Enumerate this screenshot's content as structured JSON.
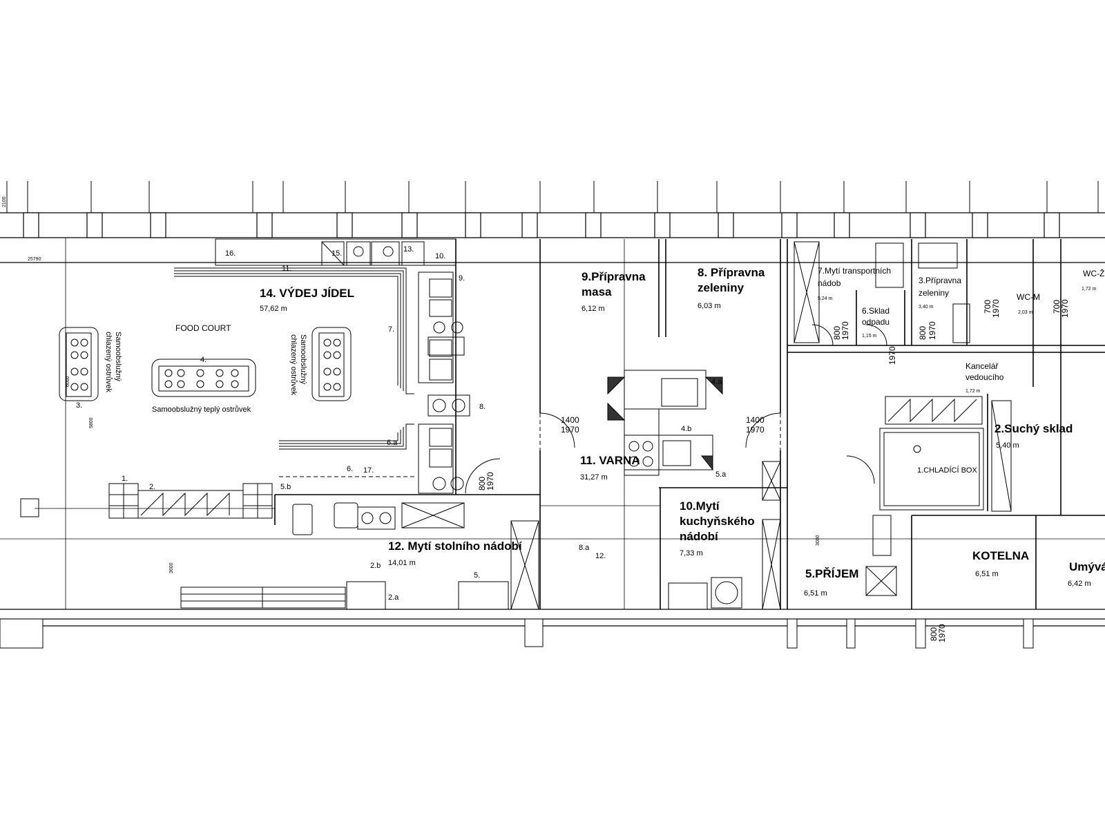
{
  "rooms": {
    "r14": {
      "name": "14. VÝDEJ JÍDEL",
      "area": "57,62 m"
    },
    "food_court": "FOOD COURT",
    "r9": {
      "name1": "9.Přípravna",
      "name2": "masa",
      "area": "6,12 m"
    },
    "r8": {
      "name1": "8. Přípravna",
      "name2": "zeleniny",
      "area": "6,03 m"
    },
    "r7": {
      "name1": "7.Mytí transportních",
      "name2": "nádob",
      "area": "5,24 m"
    },
    "r3": {
      "name1": "3.Přípravna",
      "name2": "zeleniny",
      "area": "3,40 m"
    },
    "r6": {
      "name1": "6.Sklad",
      "name2": "odpadu",
      "area": "1,15 m"
    },
    "wcm": {
      "name": "WC-M",
      "area": "2,03 m"
    },
    "wcz": {
      "name": "WC-Ž",
      "area": "1,72 m"
    },
    "office": {
      "name1": "Kancelář",
      "name2": "vedoucího",
      "area": "1,72 m"
    },
    "r2": {
      "name": "2.Suchý sklad",
      "area": "5,40 m"
    },
    "r1": {
      "name": "1.CHLADÍCÍ BOX"
    },
    "r11": {
      "name": "11. VARNA",
      "area": "31,27 m"
    },
    "r10": {
      "name1": "10.Mytí",
      "name2": "kuchyňského",
      "name3": "nádobí",
      "area": "7,33 m"
    },
    "r12": {
      "name": "12. Mytí stolního nádobí",
      "area": "14,01 m"
    },
    "r5": {
      "name": "5.PŘÍJEM",
      "area": "6,51 m"
    },
    "kotelna": {
      "name": "KOTELNA",
      "area": "6,51 m"
    },
    "umyv": {
      "name": "Umývá",
      "area": "6,42 m"
    }
  },
  "islands": {
    "chilled_left": {
      "line1": "Samoobslužný",
      "line2": "chlazený ostrůvek"
    },
    "chilled_right": {
      "line1": "Samoobslužný",
      "line2": "chlazený ostrůvek"
    },
    "warm": "Samoobslužný teplý ostrůvek"
  },
  "dimensions": {
    "d2100": "2100",
    "d25790": "25790",
    "d6000": "6000",
    "d5800": "5800",
    "d1400a": "1400",
    "d1970a": "1970",
    "d1400b": "1400",
    "d1970b": "1970",
    "d800a": "800",
    "d1970c": "1970",
    "d800b": "800",
    "d1970d": "1970",
    "d800c": "800",
    "d1970e": "1970",
    "d1970f": "1970",
    "d700a": "700",
    "d1970g": "1970",
    "d700b": "700",
    "d1970h": "1970",
    "d800d": "800",
    "d1970i": "1970",
    "d3000": "3000",
    "d3600": "3600"
  },
  "labels": [
    "1.",
    "2.",
    "3.",
    "4.",
    "5.",
    "6.",
    "7.",
    "8.",
    "9.",
    "10.",
    "11.",
    "12.",
    "13.",
    "15.",
    "16.",
    "17.",
    "2.a",
    "2.b",
    "4.a",
    "4.b",
    "5.a",
    "5.b",
    "6.a",
    "8.a"
  ]
}
